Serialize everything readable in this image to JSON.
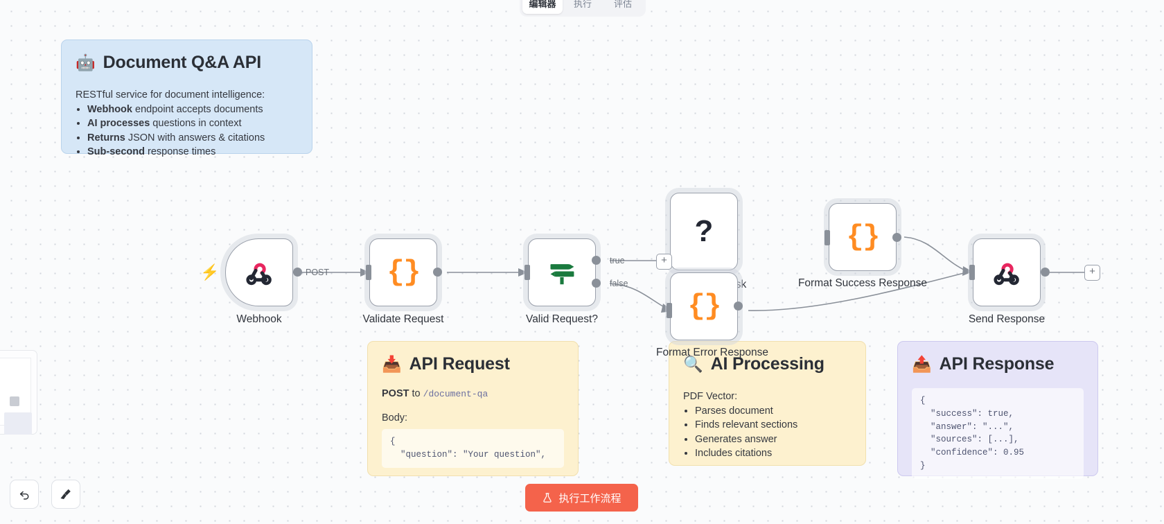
{
  "tabs": [
    {
      "label": "编辑器",
      "active": true
    },
    {
      "label": "执行",
      "active": false
    },
    {
      "label": "评估",
      "active": false
    }
  ],
  "execute_button": {
    "label": "执行工作流程",
    "icon": "flask-icon",
    "color": "#f4634b"
  },
  "controls": {
    "undo_icon": "undo-arrow-icon",
    "cleanup_icon": "broom-icon"
  },
  "notes": {
    "doc": {
      "emoji": "🤖",
      "icon_name": "robot-icon",
      "title": "Document Q&A API",
      "intro": "RESTful service for document intelligence:",
      "bullets": [
        {
          "bold": "Webhook",
          "rest": " endpoint accepts documents"
        },
        {
          "bold": "AI processes",
          "rest": " questions in context"
        },
        {
          "bold": "Returns",
          "rest": " JSON with answers & citations"
        },
        {
          "bold": "Sub-second",
          "rest": " response times"
        }
      ],
      "color": "#d6e7f7"
    },
    "request": {
      "emoji": "📥",
      "icon_name": "inbox-tray-icon",
      "title": "API Request",
      "method": "POST",
      "to_word": " to ",
      "endpoint": "/document-qa",
      "body_label": "Body:",
      "code": "{\n  \"question\": \"Your question\",",
      "color": "#fdf1cf"
    },
    "ai": {
      "emoji": "🔍",
      "icon_name": "magnifier-icon",
      "title": "AI Processing",
      "intro": "PDF Vector:",
      "bullets": [
        "Parses document",
        "Finds relevant sections",
        "Generates answer",
        "Includes citations"
      ],
      "color": "#fdf1cf"
    },
    "response": {
      "emoji": "📤",
      "icon_name": "outbox-tray-icon",
      "title": "API Response",
      "code": "{\n  \"success\": true,\n  \"answer\": \"...\",\n  \"sources\": [...],\n  \"confidence\": 0.95\n}",
      "color": "#e6e4f8"
    }
  },
  "nodes": [
    {
      "id": "webhook",
      "label": "Webhook",
      "icon": "webhook-icon"
    },
    {
      "id": "validate",
      "label": "Validate Request",
      "icon": "code-braces-icon"
    },
    {
      "id": "valid_request",
      "label": "Valid Request?",
      "icon": "signpost-switch-icon"
    },
    {
      "id": "pdf_vector_ask",
      "label": "PDF Vector Ask",
      "icon": "question-mark-icon"
    },
    {
      "id": "format_error",
      "label": "Format Error Response",
      "icon": "code-braces-icon"
    },
    {
      "id": "format_success",
      "label": "Format Success Response",
      "icon": "code-braces-icon"
    },
    {
      "id": "send_response",
      "label": "Send Response",
      "icon": "webhook-icon"
    }
  ],
  "edge_labels": {
    "post": "POST",
    "true": "true",
    "false": "false"
  },
  "add_buttons": {
    "plus": "+"
  },
  "colors": {
    "accent": "#f4634b",
    "webhook_pink": "#e8265f",
    "braces_orange": "#ff8c22",
    "signpost_green": "#1a7a3e",
    "trigger_bolt": "#ff6d5a"
  }
}
